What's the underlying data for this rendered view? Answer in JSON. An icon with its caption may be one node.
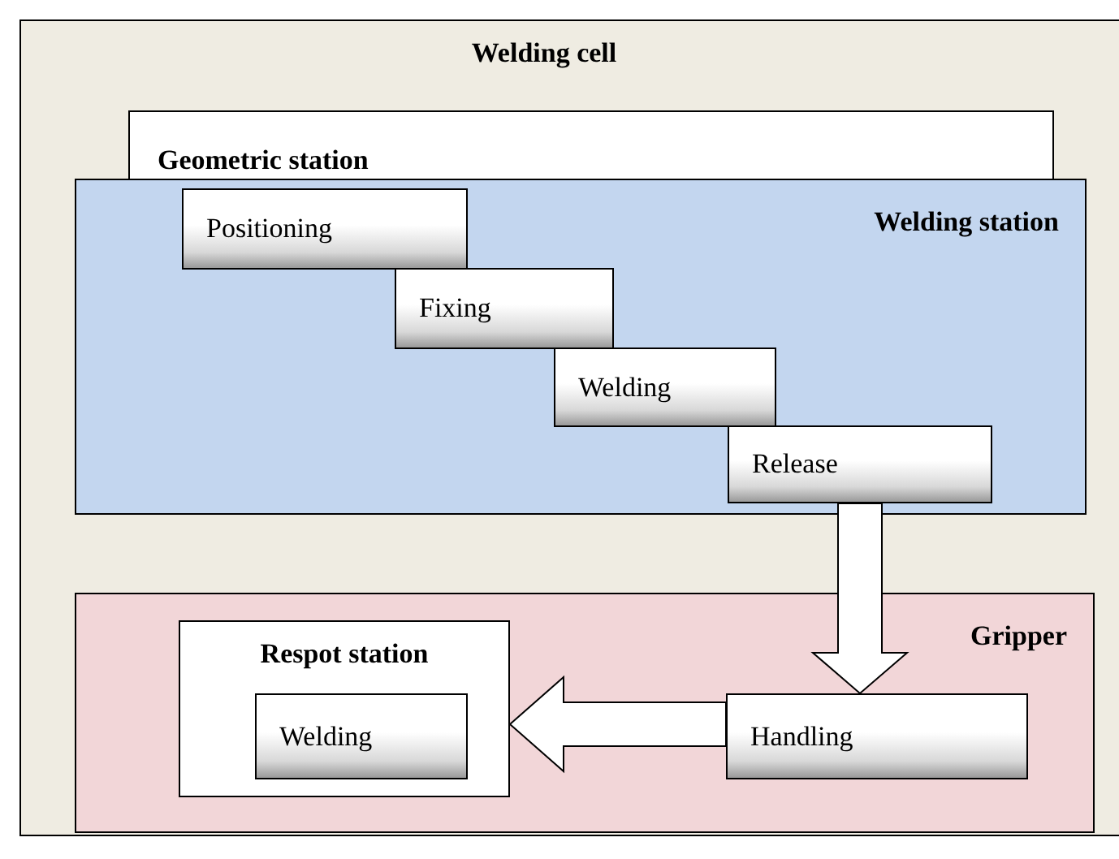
{
  "diagram": {
    "nodes": [
      {
        "text": [
          "Welding cell"
        ]
      },
      {
        "text": [
          "Geometric station"
        ],
        "in": 0
      },
      {
        "text": [
          "Welding station"
        ],
        "in": 0
      },
      {
        "text": [
          "Positioning"
        ],
        "in": 2
      },
      {
        "text": [
          "Fixing"
        ],
        "in": 2
      },
      {
        "text": [
          "Welding"
        ],
        "in": 2
      },
      {
        "text": [
          "Release"
        ],
        "in": 2
      },
      {
        "text": [
          "Gripper"
        ],
        "in": 0
      },
      {
        "text": [
          "Respot station"
        ],
        "in": 7
      },
      {
        "text": [
          "Welding"
        ],
        "in": 8
      },
      {
        "text": [
          "Handling"
        ],
        "in": 7
      }
    ],
    "edges": [
      {
        "from": 6,
        "to": 10,
        "arrow": "to",
        "style": "thick"
      },
      {
        "from": 10,
        "to": 8,
        "arrow": "to",
        "style": "thick"
      }
    ]
  }
}
